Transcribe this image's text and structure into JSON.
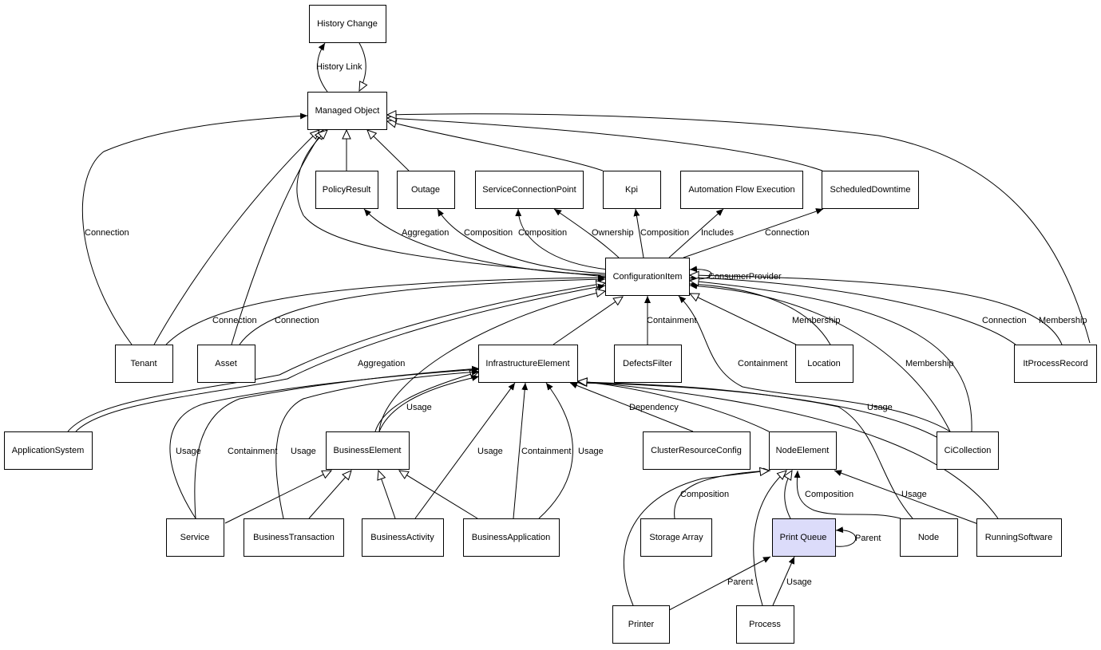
{
  "diagram": {
    "highlight_color": "#dcdcfa",
    "nodes": {
      "history_change": "History Change",
      "managed_object": "Managed Object",
      "policy_result": "PolicyResult",
      "outage": "Outage",
      "service_connection_point": "ServiceConnectionPoint",
      "kpi": "Kpi",
      "automation_flow_execution": "Automation Flow Execution",
      "scheduled_downtime": "ScheduledDowntime",
      "configuration_item": "ConfigurationItem",
      "tenant": "Tenant",
      "asset": "Asset",
      "infrastructure_element": "InfrastructureElement",
      "defects_filter": "DefectsFilter",
      "location": "Location",
      "it_process_record": "ItProcessRecord",
      "application_system": "ApplicationSystem",
      "business_element": "BusinessElement",
      "cluster_resource_config": "ClusterResourceConfig",
      "node_element": "NodeElement",
      "ci_collection": "CiCollection",
      "service": "Service",
      "business_transaction": "BusinessTransaction",
      "business_activity": "BusinessActivity",
      "business_application": "BusinessApplication",
      "storage_array": "Storage Array",
      "print_queue": "Print Queue",
      "node": "Node",
      "running_software": "RunningSoftware",
      "printer": "Printer",
      "process": "Process"
    },
    "edge_labels": {
      "history_link": "History Link",
      "tenant_mo_connection": "Connection",
      "ci_policy_aggregation": "Aggregation",
      "ci_outage_composition": "Composition",
      "ci_scp_composition": "Composition",
      "ci_kpi_ownership": "Ownership",
      "ci_kpi_composition": "Composition",
      "ci_afe_includes": "Includes",
      "ci_sd_connection": "Connection",
      "ci_consumer_provider": "ConsumerProvider",
      "tenant_ci_connection": "Connection",
      "asset_ci_connection": "Connection",
      "ci_defects_containment": "Containment",
      "location_membership": "Membership",
      "itpr_connection": "Connection",
      "itpr_membership": "Membership",
      "appsys_aggregation": "Aggregation",
      "cicollection_containment": "Containment",
      "cicollection_membership": "Membership",
      "be_usage": "Usage",
      "crc_dependency": "Dependency",
      "cicollection_usage": "Usage",
      "service_usage": "Usage",
      "service_containment": "Containment",
      "bt_usage": "Usage",
      "ba_usage": "Usage",
      "bapp_containment": "Containment",
      "bapp_usage": "Usage",
      "storage_composition": "Composition",
      "node_composition": "Composition",
      "rs_usage": "Usage",
      "pq_parent_self": "Parent",
      "printer_parent": "Parent",
      "process_usage": "Usage"
    }
  }
}
